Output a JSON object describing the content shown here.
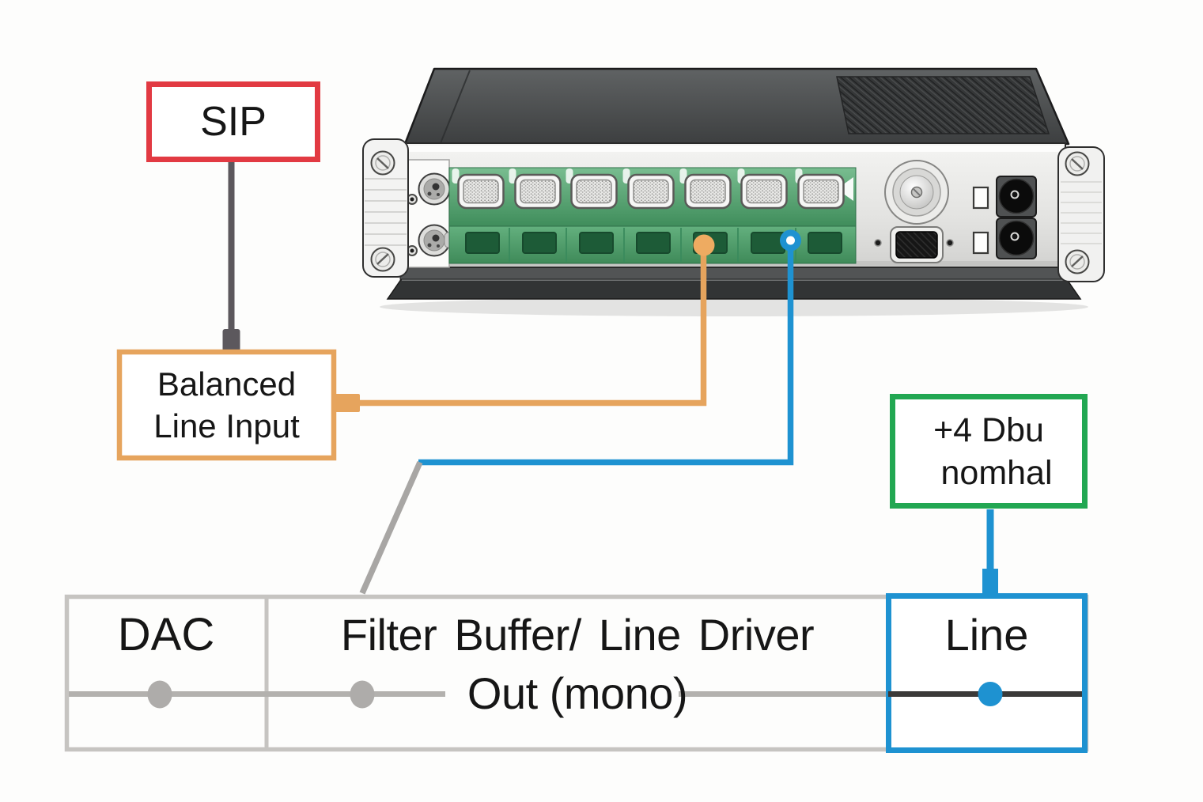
{
  "boxes": {
    "sip": {
      "label": "SIP",
      "border_color": "#e23a42"
    },
    "balanced_line_input": {
      "line1": "Balanced",
      "line2": "Line Input",
      "border_color": "#e6a45d"
    },
    "nominal_level": {
      "line1": "+4 Dbu",
      "line2": "nomhal",
      "border_color": "#22a752"
    }
  },
  "signal_table": {
    "dac_label": "DAC",
    "filter_label": "Filter Buffer/ Line Driver",
    "out_label": "Out (mono)",
    "line_label": "Line",
    "line_box_border_color": "#1e92d1",
    "grid_color": "#c6c4c1"
  },
  "device": {
    "kind": "rack-mount-audio-unit-rear-panel",
    "terminal_count": 7,
    "markers": [
      {
        "name": "orange-terminal-marker",
        "color": "#e6a45d"
      },
      {
        "name": "blue-terminal-marker",
        "color": "#1e92d1"
      }
    ]
  },
  "connections": [
    {
      "from": "SIP",
      "to": "Balanced Line Input",
      "color": "#5c585d"
    },
    {
      "from": "Balanced Line Input",
      "to": "orange-terminal-marker",
      "color": "#e6a45d"
    },
    {
      "from": "blue-terminal-marker",
      "to": "Out (mono) signal line",
      "color": "#1e92d1"
    },
    {
      "from": "+4 Dbu nomhal",
      "to": "Line",
      "color": "#1e92d1"
    }
  ]
}
